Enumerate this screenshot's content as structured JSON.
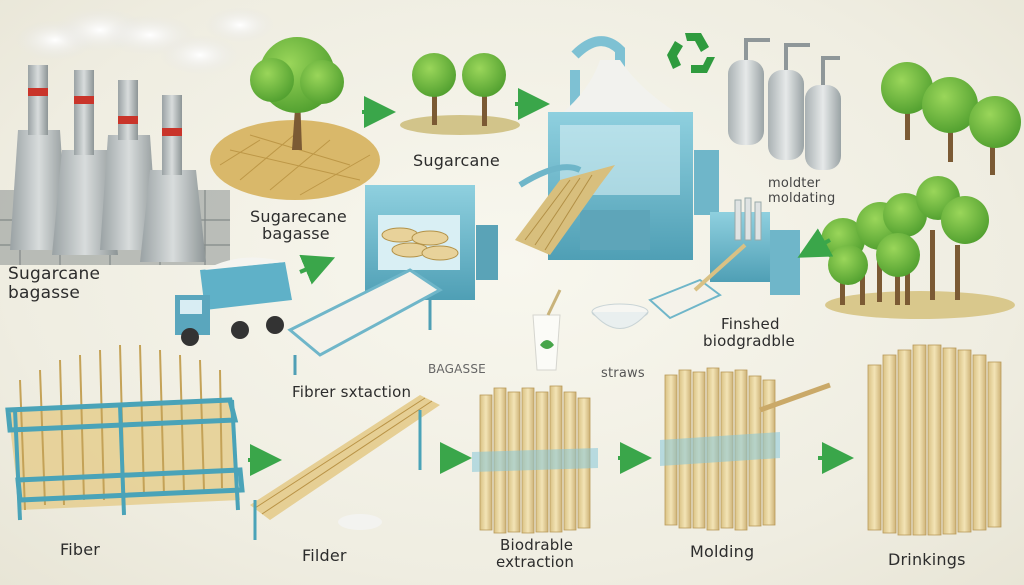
{
  "labels": {
    "sugarcane_bagasse_left_1": "Sugarcane",
    "sugarcane_bagasse_left_2": "bagasse",
    "sugarecane_bagasse_1": "Sugarecane",
    "sugarecane_bagasse_2": "bagasse",
    "sugarcane_top": "Sugarcane",
    "moldter_1": "moldter",
    "moldter_2": "moldating",
    "finished_1": "Finshed",
    "finished_2": "biodgradble",
    "fiber_extraction": "Fibrer sxtaction",
    "bagasse_mid": "BAGASSE",
    "straws": "straws",
    "fiber": "Fiber",
    "filder": "Filder",
    "biodrable_1": "Biodrable",
    "biodrable_2": "extraction",
    "molding": "Molding",
    "drinkings": "Drinkings"
  },
  "icons": [
    "recycle-icon",
    "leaf-recycle-icon"
  ],
  "colors": {
    "arrow": "#3aa64a",
    "machine": "#6fb6c9",
    "straw": "#e6d29c",
    "tree": "#6abf3c"
  }
}
